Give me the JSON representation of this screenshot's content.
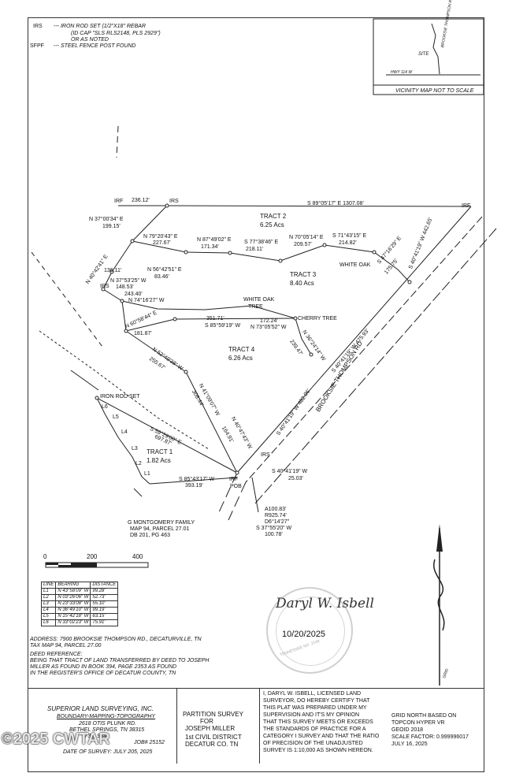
{
  "legend": {
    "irs_symbol": "IRS",
    "irs_desc": "--- IRON ROD SET (1/2\"X18\" REBAR",
    "irs_desc2": "(ID CAP \"SLS RLS2148, PLS 2929\")",
    "irs_desc3": "OR AS NOTED",
    "sfpf_symbol": "SFPF",
    "sfpf_desc": "--- STEEL FENCE POST FOUND"
  },
  "vicinity": {
    "road": "BROOKSIE THOMPSON RD",
    "site": "SITE",
    "hwy": "HWY 114 W",
    "caption": "VICINITY MAP NOT TO SCALE"
  },
  "tracts": [
    {
      "name": "TRACT 2",
      "acres": "6.25 Acs"
    },
    {
      "name": "TRACT 3",
      "acres": "8.40 Acs"
    },
    {
      "name": "TRACT 4",
      "acres": "6.26 Acs"
    },
    {
      "name": "TRACT 1",
      "acres": "1.82 Acs"
    }
  ],
  "labels": {
    "irf_top": "IRF",
    "top_dist_left": "236.12'",
    "irs_top": "IRS",
    "top_bearing": "S 89°05'17\" E  1307.08'",
    "irf_right": "IRF",
    "b1": "N 37°00'34\" E",
    "b1d": "199.15'",
    "b2": "N 79°20'43\" E",
    "b2d": "227.67'",
    "b3": "N 87°49'02\" E",
    "b3d": "171.34'",
    "b4": "S 77°38'46\" E",
    "b4d": "218.11'",
    "b5": "N 70°05'14\" E",
    "b5d": "209.57'",
    "b6": "S 71°43'15\" E",
    "b6d": "214.82'",
    "b7": "S 47°16'29\" E",
    "b7d": "175.75'",
    "b8": "S 40°41'19\" W  442.65'",
    "white_oak_1": "WHITE OAK",
    "b9": "N 40°42'41\" E",
    "b9d": "136.11'",
    "b10": "N 56°42'51\" E",
    "b10d": "83.46'",
    "b11": "N 37°53'25\" W",
    "b11d": "148.53'",
    "b12": "N 74°16'27\" W",
    "b12d": "243.40'",
    "white_oak_2": "WHITE OAK",
    "tree": "TREE",
    "cherry": "CHERRY TREE",
    "b13": "N 60°58'44\" E",
    "b13d": "181.87'",
    "b14": "351.71'",
    "b14b": "S 85°59'19\" W",
    "b15": "172.24'",
    "b15b": "N 73°05'52\" W",
    "b16": "N 36°24'14\" W",
    "b16d": "239.47'",
    "b17": "S 40°41'19\" W  475.93'",
    "b18": "N 52°49'38\" W",
    "b18d": "255.67'",
    "b19": "N 41°09'07\" W",
    "b19d": "308.44'",
    "b20": "S 40°41'19\" W  482.06'",
    "b21": "N 40°47'43\" W",
    "b21d": "164.91'",
    "road": "BROOKSIE THOMPSON RD",
    "iron_rod_set": "IRON ROD SET",
    "b22": "S 59°29'00\" E",
    "b22d": "697.87'",
    "b23": "S 85°43'17\" W",
    "b23d": "393.19'",
    "irf_pob": "IRF",
    "pob": "POB",
    "b24": "S 40°41'19\" W",
    "b24d": "25.03'",
    "irs_mid": "IRS",
    "curve1": "A100.83'",
    "curve2": "R925.74'",
    "curve3": "D6°14'27\"",
    "curve4": "S 37°55'20\" W",
    "curve5": "100.78'",
    "owner1": "G MONTGOMERY FAMILY",
    "owner2": "MAP 94, PARCEL 27.01",
    "owner3": "DB 201, PG 463",
    "L1": "L1",
    "L2": "L2",
    "L3": "L3",
    "L4": "L4",
    "L5": "L5",
    "L6": "L6",
    "irs_small": "IRS"
  },
  "scale": {
    "s0": "0",
    "s200": "200",
    "s400": "400"
  },
  "line_table": {
    "headers": [
      "LINE",
      "BEARING",
      "DISTANCE"
    ],
    "rows": [
      [
        "L1",
        "N 43°58'09\" W",
        "99.28'"
      ],
      [
        "L2",
        "N 03°26'06\" W",
        "52.73'"
      ],
      [
        "L3",
        "N 23°33'08\" W",
        "55.10'"
      ],
      [
        "L4",
        "N 36°49'10\" W",
        "99.19'"
      ],
      [
        "L5",
        "N 15°42'18\" W",
        "63.15'"
      ],
      [
        "L6",
        "N 33°02'23\" W",
        "75.91'"
      ]
    ]
  },
  "address": {
    "line1": "ADDRESS: 7900 BROOKSIE THOMPSON RD., DECATURVILLE, TN",
    "line2": "TAX MAP 94, PARCEL 27.00",
    "deed_title": "DEED REFERENCE:",
    "deed1": "BEING THAT TRACT OF LAND TRANSFERRED BY DEED TO JOSEPH",
    "deed2": "MILLER AS FOUND IN BOOK 394, PAGE 2353 AS FOUND",
    "deed3": "IN THE REGISTER'S OFFICE OF DECATUR COUNTY, TN"
  },
  "signature": {
    "text": "Daryl W. Isbell",
    "date": "10/20/2025",
    "seal_text": "TENNESSEE NO. 2148"
  },
  "north": {
    "label": "GRID"
  },
  "titleblock": {
    "company": "SUPERIOR LAND SURVEYING, INC.",
    "services": "BOUNDARY-MAPPING-TOPOGRAPHY",
    "addr1": "2618 OTIS PLUNK RD.",
    "addr2": "BETHEL SPRINGS, TN 38315",
    "phone": "(731) 934-",
    "job": "JOB# 25152",
    "date_of_survey": "DATE OF SURVEY: JULY 205, 2025",
    "title1": "PARTITION SURVEY",
    "title2": "FOR",
    "title3": "JOSEPH MILLER",
    "title4": "1st CIVIL DISTRICT",
    "title5": "DECATUR CO. TN",
    "cert1": "I, DARYL W. ISBELL, LICENSED LAND",
    "cert2": "SURVEYOR, DO HEREBY CERTIFY THAT",
    "cert3": "THIS PLAT WAS PREPARED UNDER MY",
    "cert4": "SUPERVISION AND IT'S MY OPINION",
    "cert5": "THAT THIS SURVEY MEETS OR EXCEEDS",
    "cert6": "THE STANDARDS OF PRACTICE FOR A",
    "cert7": "CATEGORY I SURVEY AND THAT THE RATIO",
    "cert8": "OF PRECISION OF THE UNADJUSTED",
    "cert9": "SURVEY IS 1:10,000 AS SHOWN HEREON.",
    "grid1": "GRID NORTH BASED ON",
    "grid2": "TOPCON HYPER VR",
    "grid3": "GEOID 2018",
    "grid4": "SCALE FACTOR: 0.999996017",
    "grid5": "JULY 16, 2025"
  },
  "watermark": "©2025 CWTAR"
}
